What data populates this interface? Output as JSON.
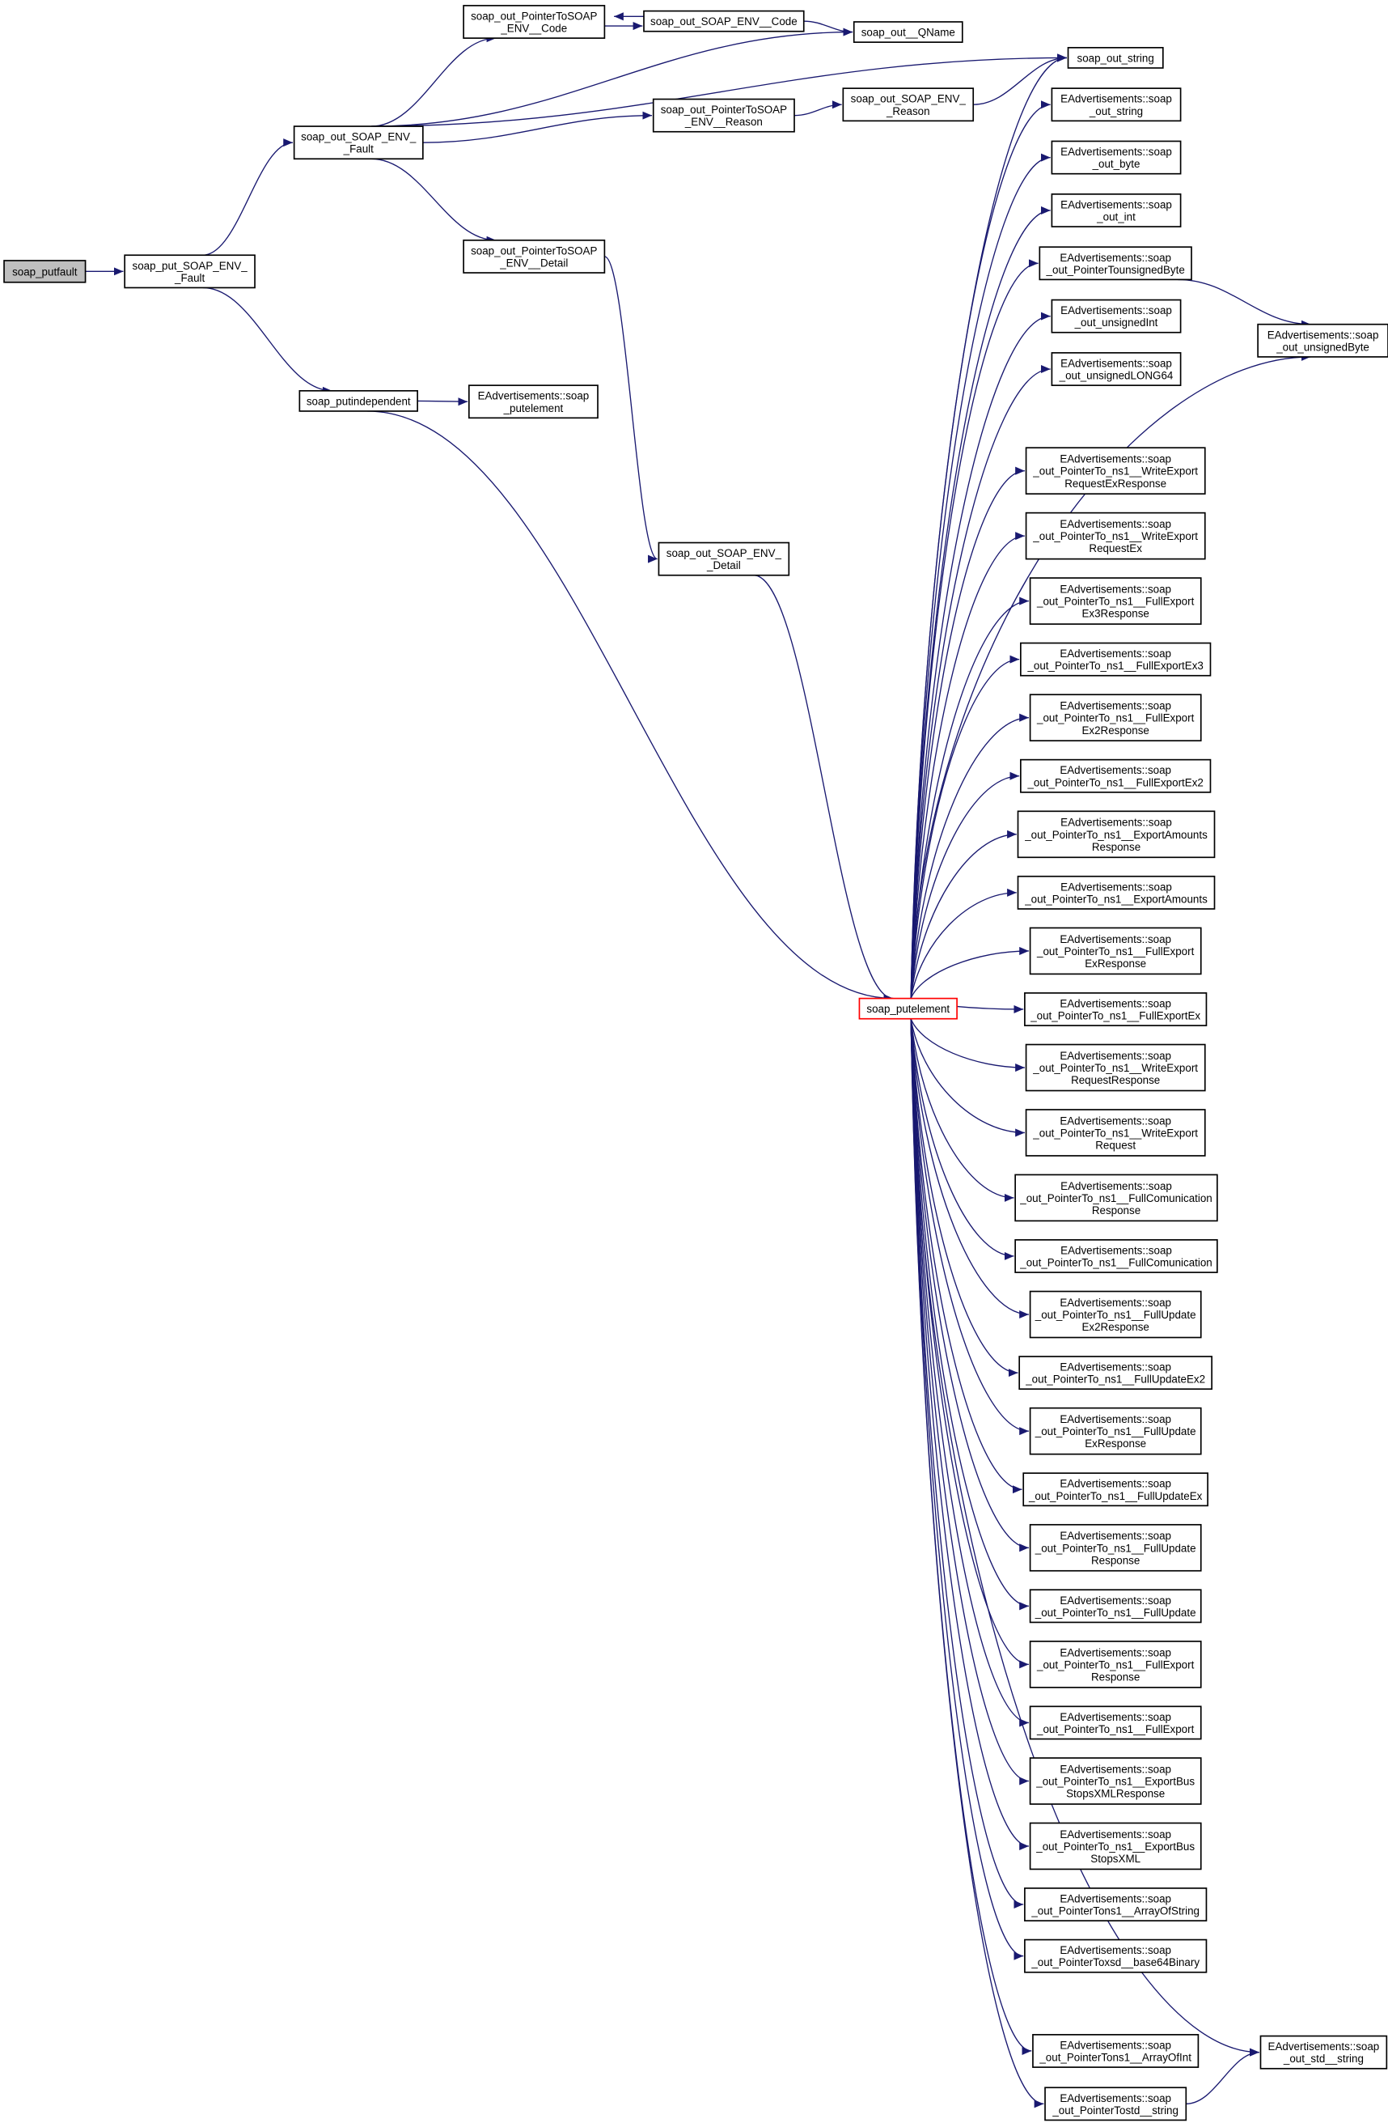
{
  "colors": {
    "edge": "#191970",
    "root_fill": "#bfbfbf",
    "focus_border": "#ff0000"
  },
  "nodes": [
    {
      "id": "putfault",
      "lines": [
        "soap_putfault"
      ]
    },
    {
      "id": "put_fault",
      "lines": [
        "soap_put_SOAP_ENV_",
        "_Fault"
      ]
    },
    {
      "id": "out_fault",
      "lines": [
        "soap_out_SOAP_ENV_",
        "_Fault"
      ]
    },
    {
      "id": "ptr_code",
      "lines": [
        "soap_out_PointerToSOAP",
        "_ENV__Code"
      ]
    },
    {
      "id": "code",
      "lines": [
        "soap_out_SOAP_ENV__Code"
      ]
    },
    {
      "id": "qname",
      "lines": [
        "soap_out__QName"
      ]
    },
    {
      "id": "ptr_reason",
      "lines": [
        "soap_out_PointerToSOAP",
        "_ENV__Reason"
      ]
    },
    {
      "id": "reason",
      "lines": [
        "soap_out_SOAP_ENV_",
        "_Reason"
      ]
    },
    {
      "id": "out_string",
      "lines": [
        "soap_out_string"
      ]
    },
    {
      "id": "ptr_detail",
      "lines": [
        "soap_out_PointerToSOAP",
        "_ENV__Detail"
      ]
    },
    {
      "id": "putindependent",
      "lines": [
        "soap_putindependent"
      ]
    },
    {
      "id": "ea_putelement",
      "lines": [
        "EAdvertisements::soap",
        "_putelement"
      ]
    },
    {
      "id": "detail",
      "lines": [
        "soap_out_SOAP_ENV_",
        "_Detail"
      ]
    },
    {
      "id": "putelement",
      "lines": [
        "soap_putelement"
      ]
    },
    {
      "id": "ea_string",
      "lines": [
        "EAdvertisements::soap",
        "_out_string"
      ]
    },
    {
      "id": "ea_byte",
      "lines": [
        "EAdvertisements::soap",
        "_out_byte"
      ]
    },
    {
      "id": "ea_int",
      "lines": [
        "EAdvertisements::soap",
        "_out_int"
      ]
    },
    {
      "id": "ea_ptr_ubyte",
      "lines": [
        "EAdvertisements::soap",
        "_out_PointerTounsignedByte"
      ]
    },
    {
      "id": "ea_uint",
      "lines": [
        "EAdvertisements::soap",
        "_out_unsignedInt"
      ]
    },
    {
      "id": "ea_ulong64",
      "lines": [
        "EAdvertisements::soap",
        "_out_unsignedLONG64"
      ]
    },
    {
      "id": "ea_ubyte",
      "lines": [
        "EAdvertisements::soap",
        "_out_unsignedByte"
      ]
    },
    {
      "id": "n1",
      "lines": [
        "EAdvertisements::soap",
        "_out_PointerTo_ns1__WriteExport",
        "RequestExResponse"
      ]
    },
    {
      "id": "n2",
      "lines": [
        "EAdvertisements::soap",
        "_out_PointerTo_ns1__WriteExport",
        "RequestEx"
      ]
    },
    {
      "id": "n3",
      "lines": [
        "EAdvertisements::soap",
        "_out_PointerTo_ns1__FullExport",
        "Ex3Response"
      ]
    },
    {
      "id": "n4",
      "lines": [
        "EAdvertisements::soap",
        "_out_PointerTo_ns1__FullExportEx3"
      ]
    },
    {
      "id": "n5",
      "lines": [
        "EAdvertisements::soap",
        "_out_PointerTo_ns1__FullExport",
        "Ex2Response"
      ]
    },
    {
      "id": "n6",
      "lines": [
        "EAdvertisements::soap",
        "_out_PointerTo_ns1__FullExportEx2"
      ]
    },
    {
      "id": "n7",
      "lines": [
        "EAdvertisements::soap",
        "_out_PointerTo_ns1__ExportAmounts",
        "Response"
      ]
    },
    {
      "id": "n8",
      "lines": [
        "EAdvertisements::soap",
        "_out_PointerTo_ns1__ExportAmounts"
      ]
    },
    {
      "id": "n9",
      "lines": [
        "EAdvertisements::soap",
        "_out_PointerTo_ns1__FullExport",
        "ExResponse"
      ]
    },
    {
      "id": "n10",
      "lines": [
        "EAdvertisements::soap",
        "_out_PointerTo_ns1__FullExportEx"
      ]
    },
    {
      "id": "n11",
      "lines": [
        "EAdvertisements::soap",
        "_out_PointerTo_ns1__WriteExport",
        "RequestResponse"
      ]
    },
    {
      "id": "n12",
      "lines": [
        "EAdvertisements::soap",
        "_out_PointerTo_ns1__WriteExport",
        "Request"
      ]
    },
    {
      "id": "n13",
      "lines": [
        "EAdvertisements::soap",
        "_out_PointerTo_ns1__FullComunication",
        "Response"
      ]
    },
    {
      "id": "n14",
      "lines": [
        "EAdvertisements::soap",
        "_out_PointerTo_ns1__FullComunication"
      ]
    },
    {
      "id": "n15",
      "lines": [
        "EAdvertisements::soap",
        "_out_PointerTo_ns1__FullUpdate",
        "Ex2Response"
      ]
    },
    {
      "id": "n16",
      "lines": [
        "EAdvertisements::soap",
        "_out_PointerTo_ns1__FullUpdateEx2"
      ]
    },
    {
      "id": "n17",
      "lines": [
        "EAdvertisements::soap",
        "_out_PointerTo_ns1__FullUpdate",
        "ExResponse"
      ]
    },
    {
      "id": "n18",
      "lines": [
        "EAdvertisements::soap",
        "_out_PointerTo_ns1__FullUpdateEx"
      ]
    },
    {
      "id": "n19",
      "lines": [
        "EAdvertisements::soap",
        "_out_PointerTo_ns1__FullUpdate",
        "Response"
      ]
    },
    {
      "id": "n20",
      "lines": [
        "EAdvertisements::soap",
        "_out_PointerTo_ns1__FullUpdate"
      ]
    },
    {
      "id": "n21",
      "lines": [
        "EAdvertisements::soap",
        "_out_PointerTo_ns1__FullExport",
        "Response"
      ]
    },
    {
      "id": "n22",
      "lines": [
        "EAdvertisements::soap",
        "_out_PointerTo_ns1__FullExport"
      ]
    },
    {
      "id": "n23",
      "lines": [
        "EAdvertisements::soap",
        "_out_PointerTo_ns1__ExportBus",
        "StopsXMLResponse"
      ]
    },
    {
      "id": "n24",
      "lines": [
        "EAdvertisements::soap",
        "_out_PointerTo_ns1__ExportBus",
        "StopsXML"
      ]
    },
    {
      "id": "n25",
      "lines": [
        "EAdvertisements::soap",
        "_out_PointerTons1__ArrayOfString"
      ]
    },
    {
      "id": "n26",
      "lines": [
        "EAdvertisements::soap",
        "_out_PointerToxsd__base64Binary"
      ]
    },
    {
      "id": "n27",
      "lines": [
        "EAdvertisements::soap",
        "_out_PointerTons1__ArrayOfInt"
      ]
    },
    {
      "id": "n28",
      "lines": [
        "EAdvertisements::soap",
        "_out_PointerTostd__string"
      ]
    },
    {
      "id": "ea_std_string",
      "lines": [
        "EAdvertisements::soap",
        "_out_std__string"
      ]
    }
  ],
  "edges": [
    [
      "putfault",
      "put_fault"
    ],
    [
      "put_fault",
      "out_fault"
    ],
    [
      "put_fault",
      "putindependent"
    ],
    [
      "out_fault",
      "ptr_code"
    ],
    [
      "out_fault",
      "qname"
    ],
    [
      "out_fault",
      "ptr_reason"
    ],
    [
      "out_fault",
      "out_string"
    ],
    [
      "out_fault",
      "ptr_detail"
    ],
    [
      "ptr_code",
      "code"
    ],
    [
      "code",
      "ptr_code"
    ],
    [
      "code",
      "qname"
    ],
    [
      "ptr_reason",
      "reason"
    ],
    [
      "reason",
      "out_string"
    ],
    [
      "ptr_detail",
      "detail"
    ],
    [
      "detail",
      "putelement"
    ],
    [
      "putindependent",
      "ea_putelement"
    ],
    [
      "putindependent",
      "putelement"
    ],
    [
      "putelement",
      "out_string"
    ],
    [
      "putelement",
      "ea_string"
    ],
    [
      "putelement",
      "ea_byte"
    ],
    [
      "putelement",
      "ea_int"
    ],
    [
      "putelement",
      "ea_ptr_ubyte"
    ],
    [
      "putelement",
      "ea_uint"
    ],
    [
      "putelement",
      "ea_ulong64"
    ],
    [
      "putelement",
      "ea_ubyte"
    ],
    [
      "ea_ptr_ubyte",
      "ea_ubyte"
    ],
    [
      "putelement",
      "n1"
    ],
    [
      "putelement",
      "n2"
    ],
    [
      "putelement",
      "n3"
    ],
    [
      "putelement",
      "n4"
    ],
    [
      "putelement",
      "n5"
    ],
    [
      "putelement",
      "n6"
    ],
    [
      "putelement",
      "n7"
    ],
    [
      "putelement",
      "n8"
    ],
    [
      "putelement",
      "n9"
    ],
    [
      "putelement",
      "n10"
    ],
    [
      "putelement",
      "n11"
    ],
    [
      "putelement",
      "n12"
    ],
    [
      "putelement",
      "n13"
    ],
    [
      "putelement",
      "n14"
    ],
    [
      "putelement",
      "n15"
    ],
    [
      "putelement",
      "n16"
    ],
    [
      "putelement",
      "n17"
    ],
    [
      "putelement",
      "n18"
    ],
    [
      "putelement",
      "n19"
    ],
    [
      "putelement",
      "n20"
    ],
    [
      "putelement",
      "n21"
    ],
    [
      "putelement",
      "n22"
    ],
    [
      "putelement",
      "n23"
    ],
    [
      "putelement",
      "n24"
    ],
    [
      "putelement",
      "n25"
    ],
    [
      "putelement",
      "n26"
    ],
    [
      "putelement",
      "n27"
    ],
    [
      "putelement",
      "n28"
    ],
    [
      "putelement",
      "ea_std_string"
    ],
    [
      "n28",
      "ea_std_string"
    ]
  ]
}
